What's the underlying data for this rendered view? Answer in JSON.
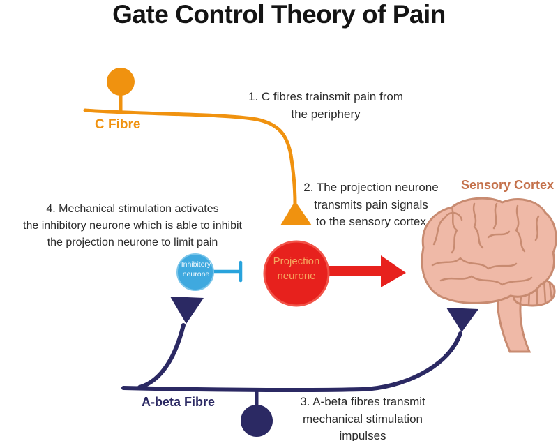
{
  "title": "Gate Control Theory of Pain",
  "labels": {
    "c_fibre": "C Fibre",
    "a_beta_fibre": "A-beta Fibre",
    "sensory_cortex": "Sensory Cortex",
    "projection_neurone": "Projection\nneurone",
    "inhibitory_neurone": "Inhibitory\nneurone"
  },
  "annotations": {
    "step1": "1. C fibres trainsmit pain from\nthe periphery",
    "step2": "2. The projection neurone\ntransmits pain signals\nto the sensory cortex",
    "step3": "3. A-beta fibres transmit\nmechanical stimulation\nimpulses",
    "step4": "4. Mechanical stimulation activates\nthe inhibitory neurone which is able to inhibit\nthe projection neurone to limit pain"
  },
  "colors": {
    "title_text": "#141414",
    "c_fibre": "#F0920F",
    "projection": "#E7211D",
    "projection_text": "#F5A55F",
    "inhibitory": "#3FA9DF",
    "inhibitory_line": "#29A3DC",
    "a_beta": "#2B2963",
    "brain_fill": "#EFB9A7",
    "brain_outline": "#C88B71",
    "sensory_cortex_text": "#C4714B"
  }
}
